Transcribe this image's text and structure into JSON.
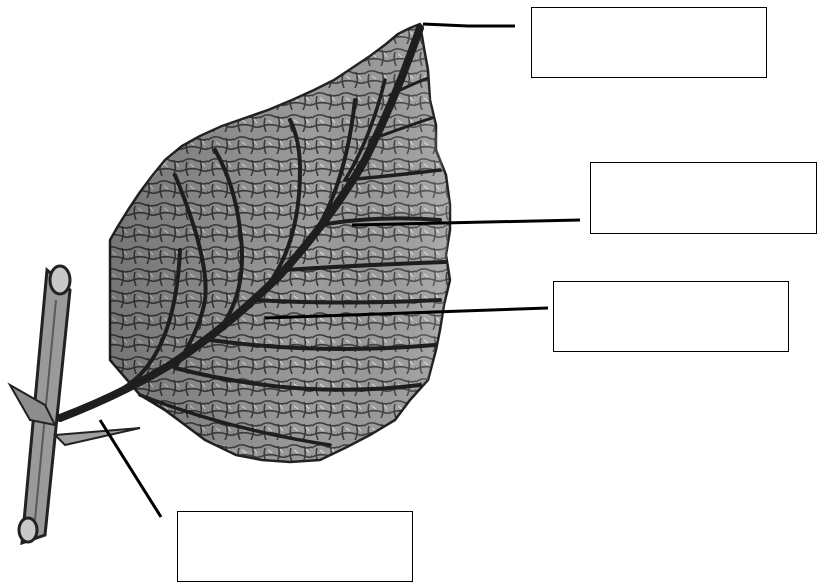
{
  "diagram": {
    "subject": "leaf",
    "labels": [
      {
        "id": "label-1",
        "text": ""
      },
      {
        "id": "label-2",
        "text": ""
      },
      {
        "id": "label-3",
        "text": ""
      },
      {
        "id": "label-4",
        "text": ""
      }
    ]
  },
  "colors": {
    "leaf_fill": "#8a8a8a",
    "vein": "#1e1e1e",
    "outline": "#000000"
  }
}
